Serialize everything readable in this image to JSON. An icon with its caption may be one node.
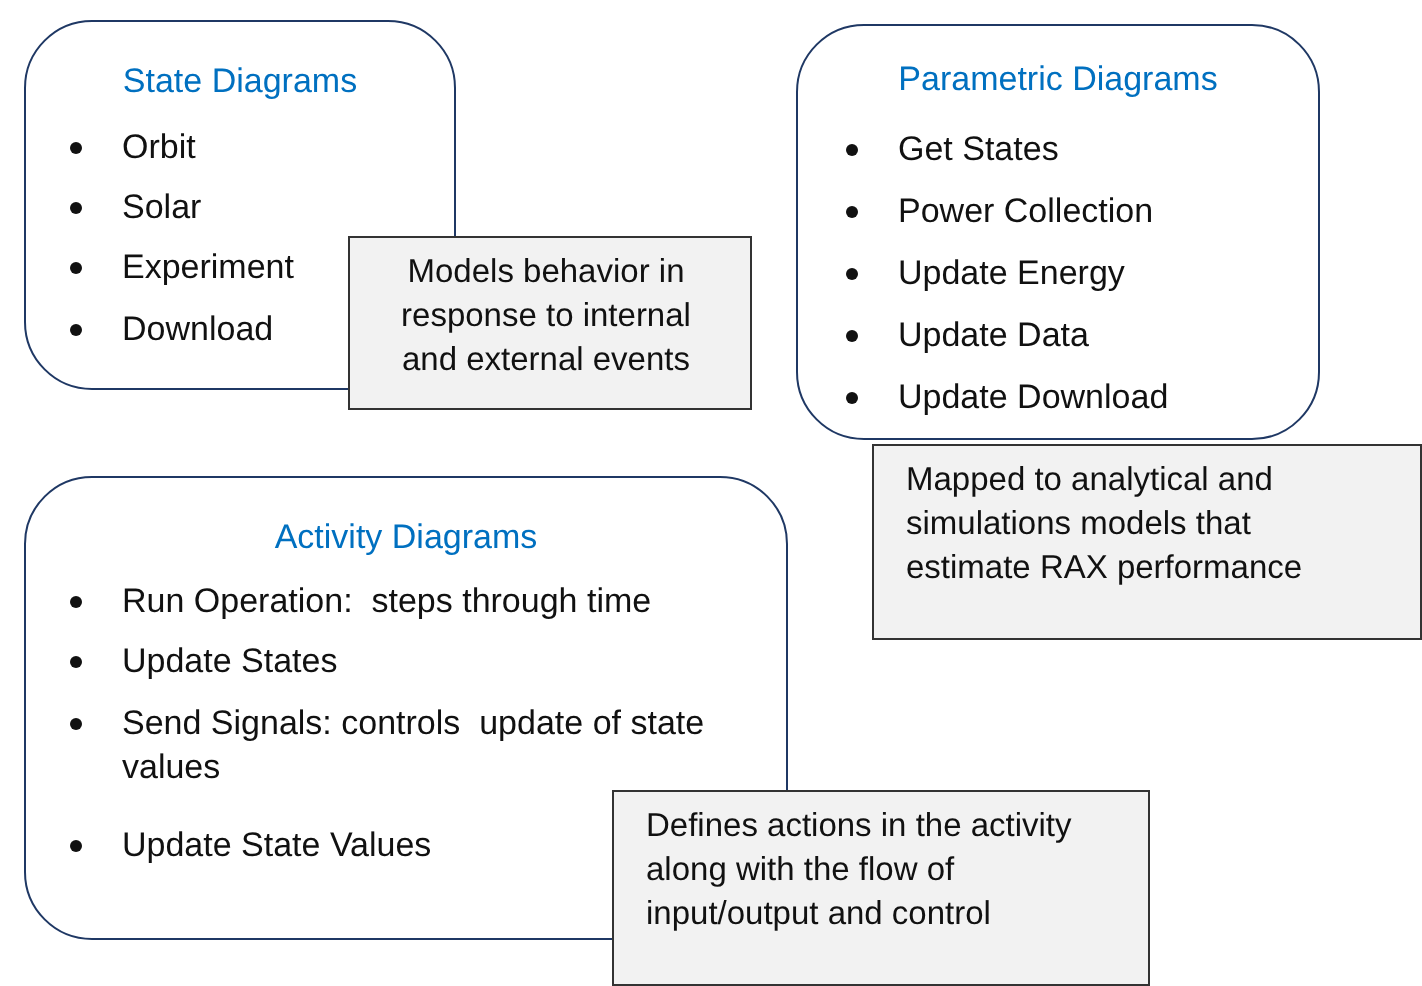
{
  "diagram": {
    "nodes": [
      {
        "text": [
          "State Diagrams",
          "Orbit",
          "Solar",
          "Experiment",
          "Download"
        ]
      },
      {
        "text": [
          "Models behavior in response to internal and external events"
        ]
      },
      {
        "text": [
          "Parametric Diagrams",
          "Get States",
          "Power Collection",
          "Update Energy",
          "Update Data",
          "Update Download"
        ]
      },
      {
        "text": [
          "Mapped to analytical and simulations models that estimate RAX performance"
        ]
      },
      {
        "text": [
          "Activity Diagrams",
          "Run Operation:  steps through time",
          "Update States",
          "Send Signals: controls  update of state values",
          "Update State Values"
        ]
      },
      {
        "text": [
          "Defines actions in the activity along with the flow of input/output and control"
        ]
      }
    ],
    "edges": []
  }
}
